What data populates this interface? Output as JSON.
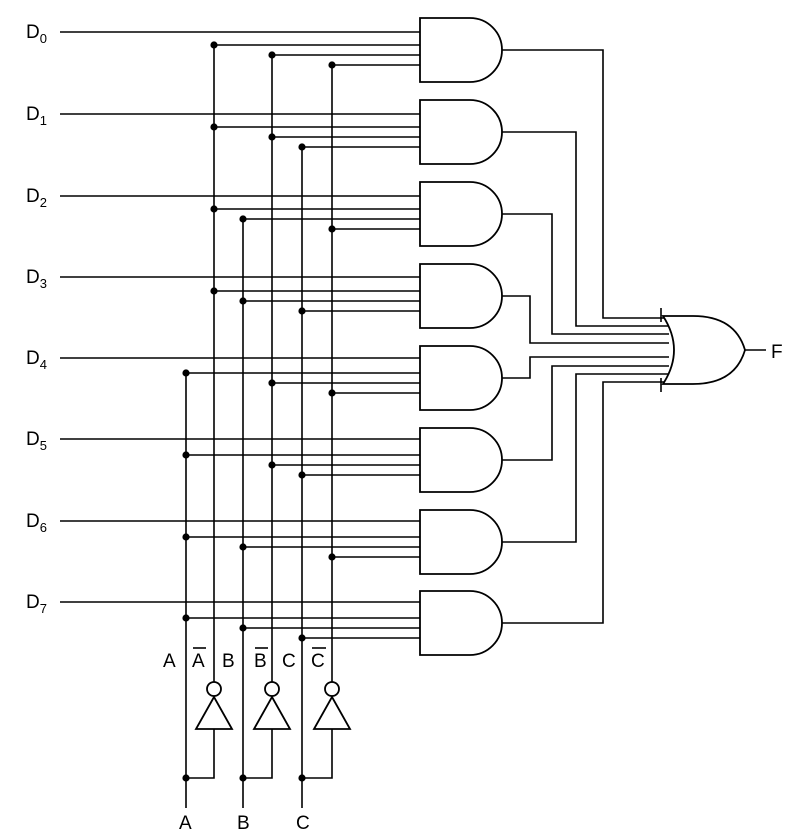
{
  "data_inputs": [
    {
      "letter": "D",
      "index": "0"
    },
    {
      "letter": "D",
      "index": "1"
    },
    {
      "letter": "D",
      "index": "2"
    },
    {
      "letter": "D",
      "index": "3"
    },
    {
      "letter": "D",
      "index": "4"
    },
    {
      "letter": "D",
      "index": "5"
    },
    {
      "letter": "D",
      "index": "6"
    },
    {
      "letter": "D",
      "index": "7"
    }
  ],
  "output_label": "F",
  "select_lines": [
    {
      "true_label": "A",
      "complement_label": "A",
      "input_label": "A"
    },
    {
      "true_label": "B",
      "complement_label": "B",
      "input_label": "B"
    },
    {
      "true_label": "C",
      "complement_label": "C",
      "input_label": "C"
    }
  ]
}
